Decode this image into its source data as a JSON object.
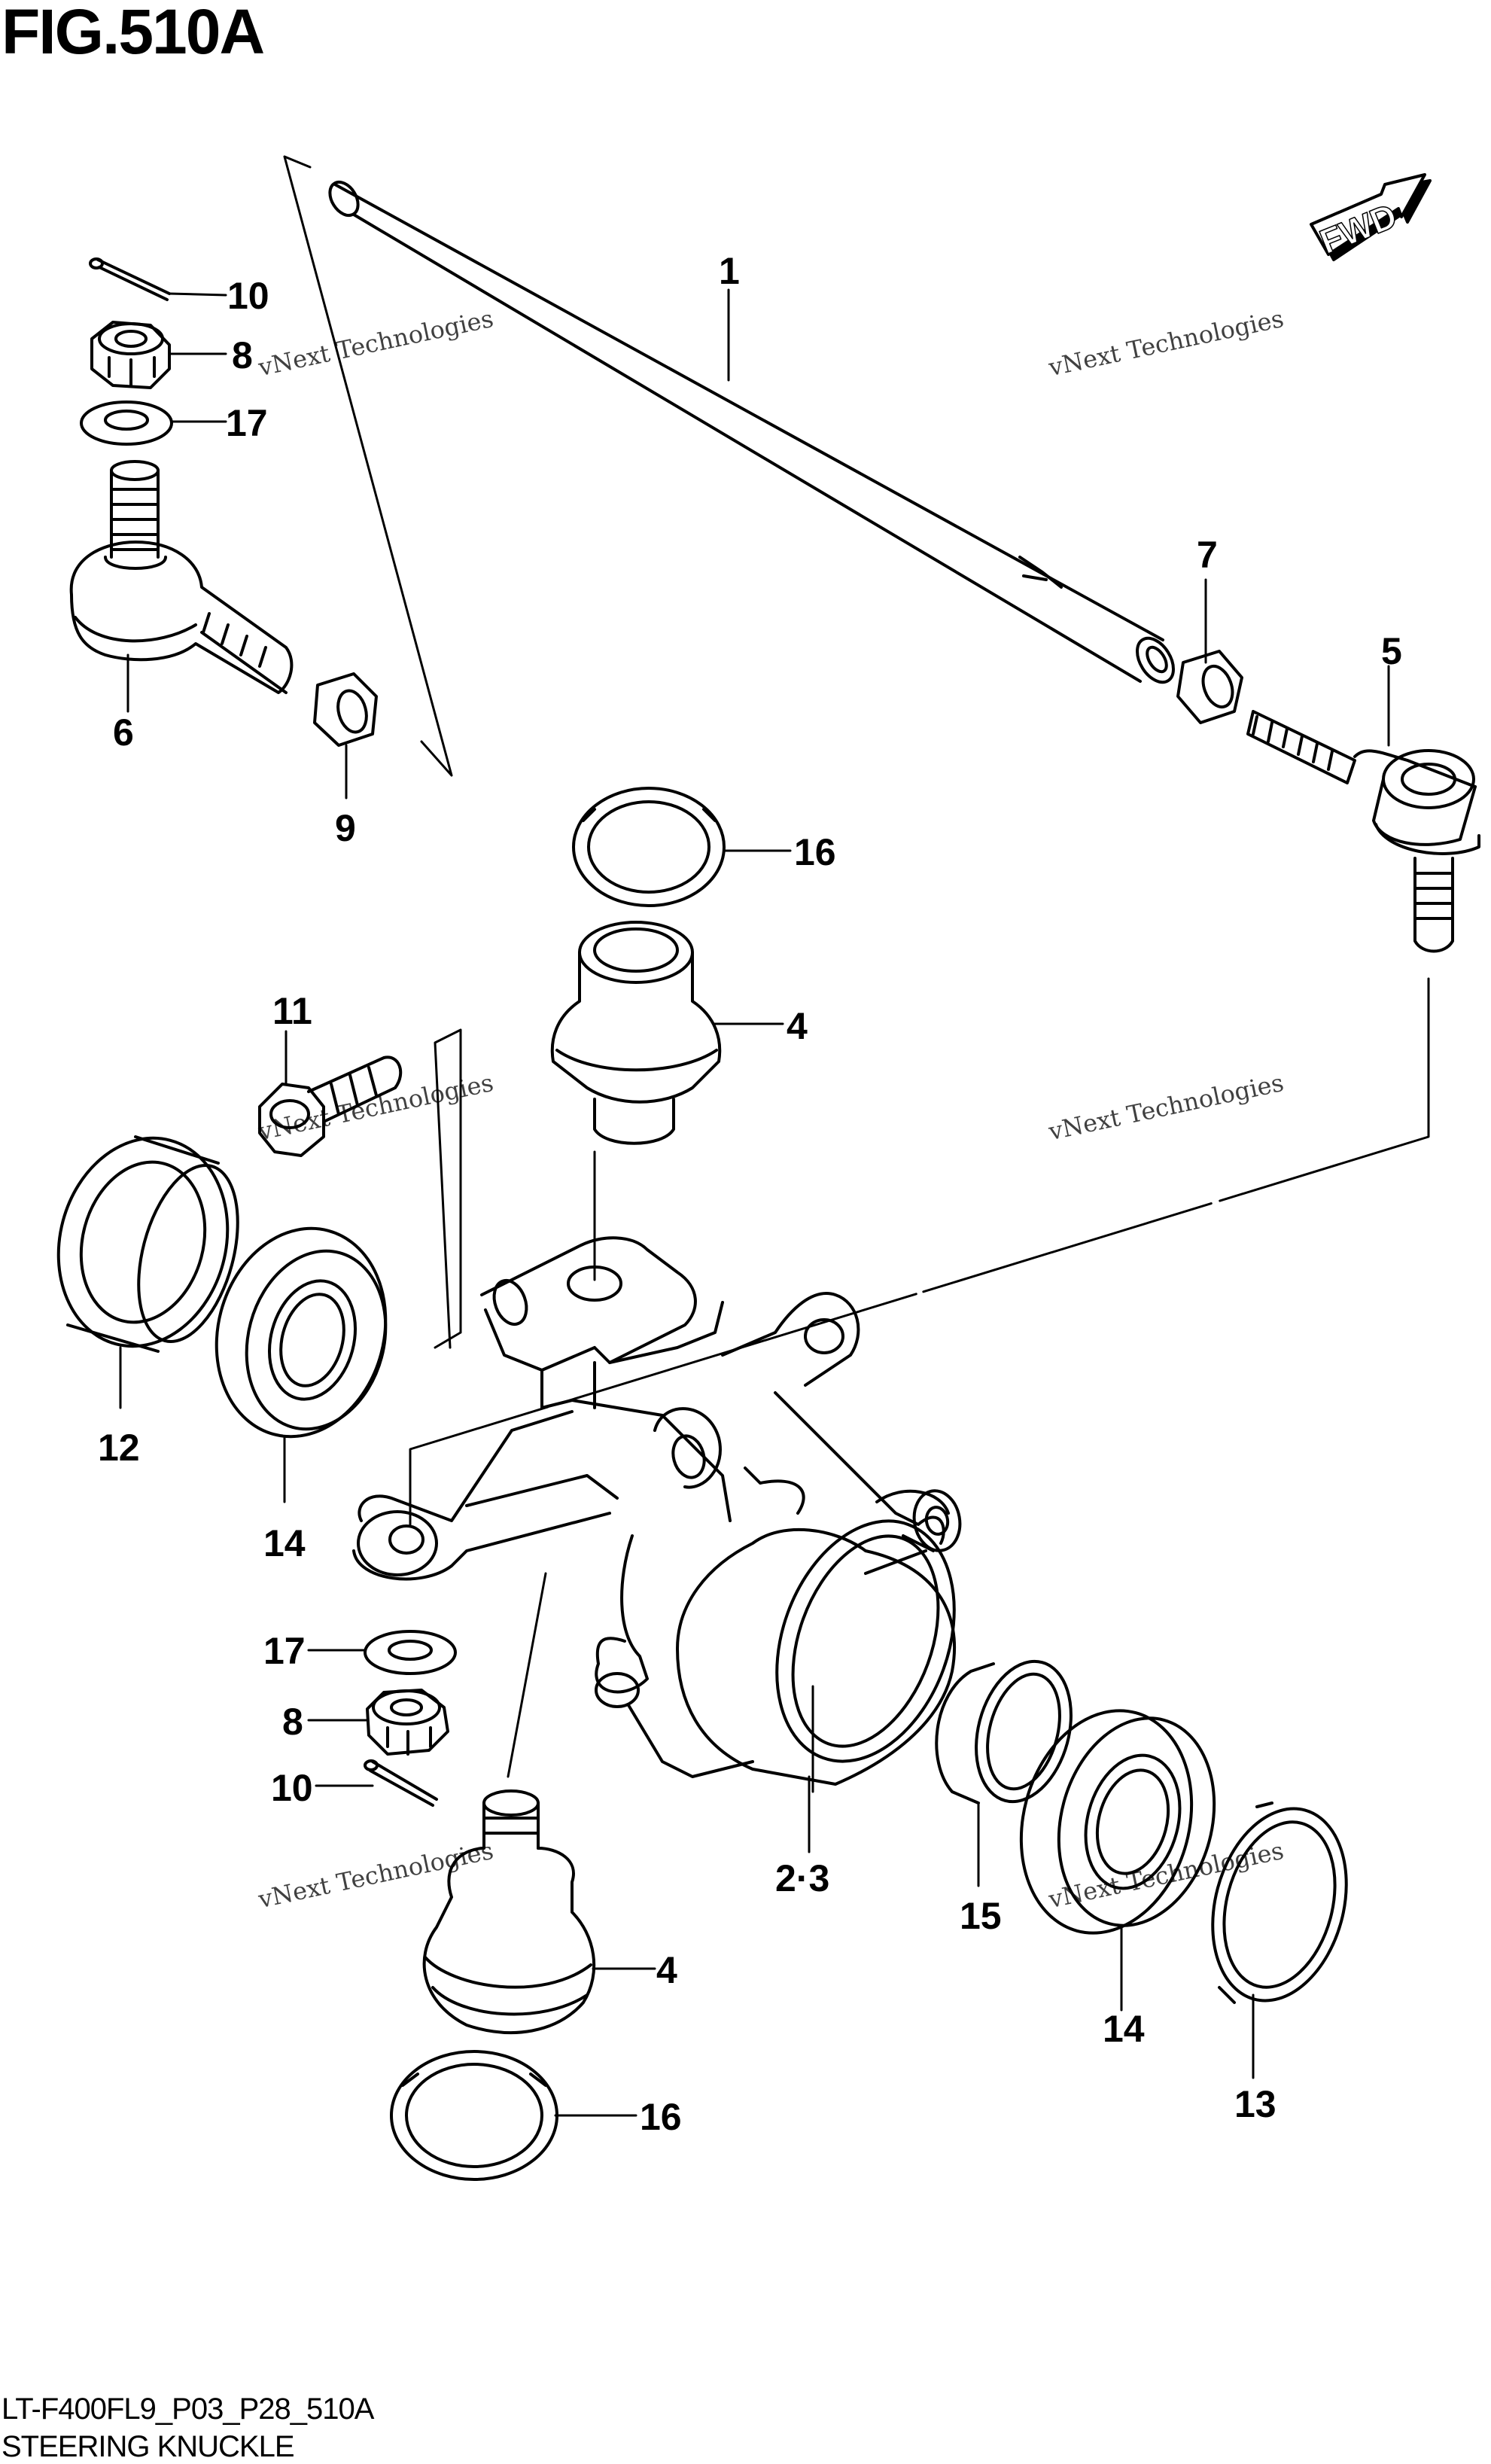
{
  "figure": {
    "title": "FIG.510A",
    "code": "LT-F400FL9_P03_P28_510A",
    "caption": "STEERING KNUCKLE"
  },
  "orientation_tag": "FWD",
  "watermark": {
    "line1": "vNext Technologies",
    "line2": "Technologies",
    "line3": "vNext"
  },
  "callouts": [
    {
      "id": "c1",
      "label": "1"
    },
    {
      "id": "c10a",
      "label": "10"
    },
    {
      "id": "c8a",
      "label": "8"
    },
    {
      "id": "c17a",
      "label": "17"
    },
    {
      "id": "c6",
      "label": "6"
    },
    {
      "id": "c9",
      "label": "9"
    },
    {
      "id": "c7",
      "label": "7"
    },
    {
      "id": "c5",
      "label": "5"
    },
    {
      "id": "c16a",
      "label": "16"
    },
    {
      "id": "c11",
      "label": "11"
    },
    {
      "id": "c4a",
      "label": "4"
    },
    {
      "id": "c12",
      "label": "12"
    },
    {
      "id": "c14a",
      "label": "14"
    },
    {
      "id": "c17b",
      "label": "17"
    },
    {
      "id": "c8b",
      "label": "8"
    },
    {
      "id": "c10b",
      "label": "10"
    },
    {
      "id": "c23",
      "label": "2·3"
    },
    {
      "id": "c15",
      "label": "15"
    },
    {
      "id": "c4b",
      "label": "4"
    },
    {
      "id": "c14b",
      "label": "14"
    },
    {
      "id": "c13",
      "label": "13"
    },
    {
      "id": "c16b",
      "label": "16"
    }
  ]
}
